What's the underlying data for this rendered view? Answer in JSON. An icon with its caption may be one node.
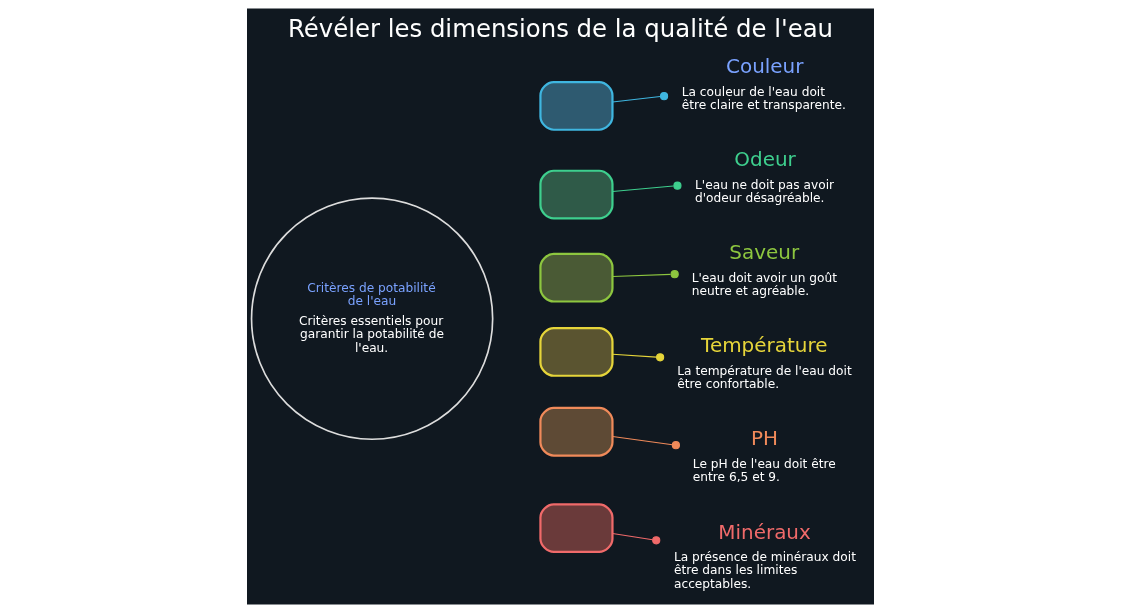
{
  "diagram": {
    "title": "Révéler les dimensions de la qualité de l'eau",
    "nodes": [
      {
        "text": [
          "Critères de potabilité de l'eau",
          "Critères essentiels pour garantir la potabilité de l'eau."
        ]
      },
      {
        "text": [],
        "shape": "box"
      },
      {
        "text": [],
        "shape": "box"
      },
      {
        "text": [],
        "shape": "box"
      },
      {
        "text": [],
        "shape": "box"
      },
      {
        "text": [],
        "shape": "box"
      },
      {
        "text": [],
        "shape": "box"
      },
      {
        "text": [
          "Couleur",
          "La couleur de l'eau doit être claire et transparente."
        ]
      },
      {
        "text": [
          "Odeur",
          "L'eau ne doit pas avoir d'odeur désagréable."
        ]
      },
      {
        "text": [
          "Saveur",
          "L'eau doit avoir un goût neutre et agréable."
        ]
      },
      {
        "text": [
          "Température",
          "La température de l'eau doit être confortable."
        ]
      },
      {
        "text": [
          "PH",
          "Le pH de l'eau doit être entre 6,5 et 9."
        ]
      },
      {
        "text": [
          "Minéraux",
          "La présence de minéraux doit être dans les limites acceptables."
        ]
      }
    ],
    "edges": [
      {
        "from": 1,
        "to": 7,
        "arrow": "other",
        "color": "#3fb6e0"
      },
      {
        "from": 2,
        "to": 8,
        "arrow": "other",
        "color": "#3ecf8e"
      },
      {
        "from": 3,
        "to": 9,
        "arrow": "other",
        "color": "#8dc63f"
      },
      {
        "from": 4,
        "to": 10,
        "arrow": "other",
        "color": "#e6d53a"
      },
      {
        "from": 5,
        "to": 11,
        "arrow": "other",
        "color": "#f08a5a"
      },
      {
        "from": 6,
        "to": 12,
        "arrow": "other",
        "color": "#f06a6a"
      }
    ]
  }
}
